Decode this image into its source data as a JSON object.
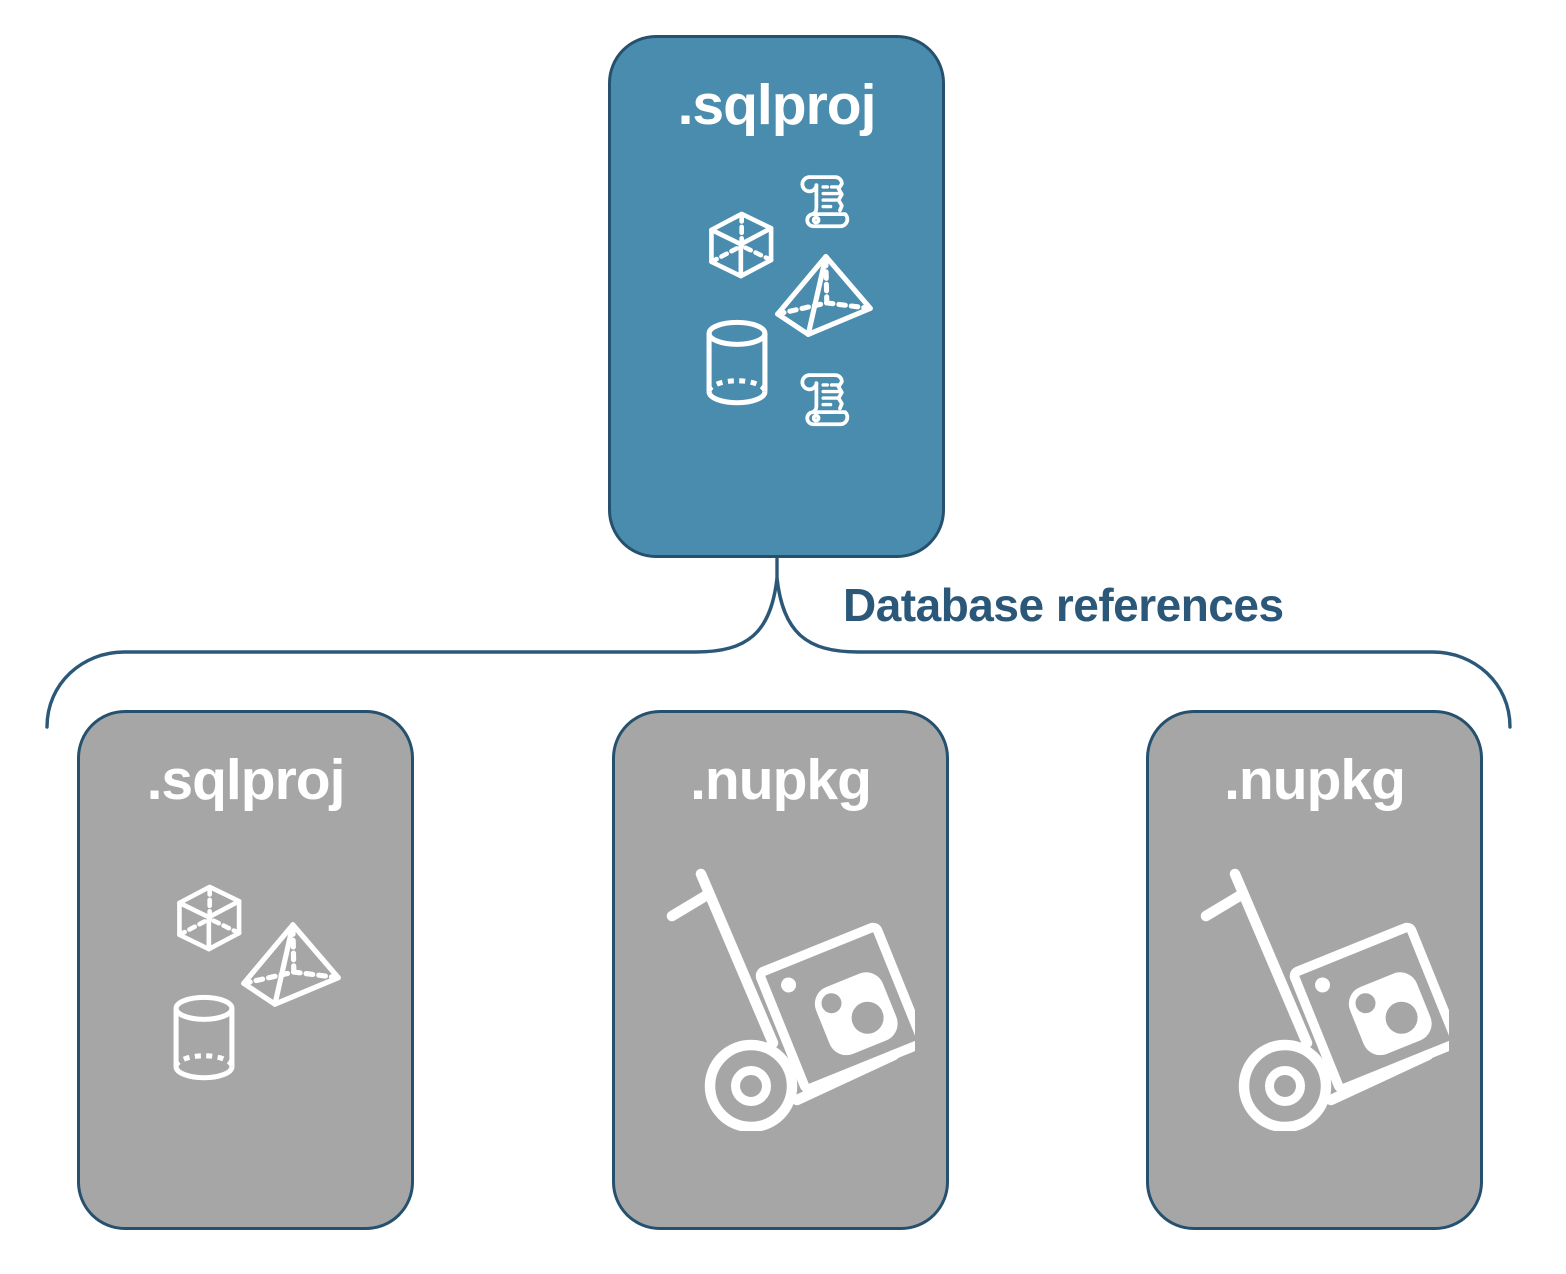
{
  "diagram": {
    "connector_label": "Database references",
    "root": {
      "label": ".sqlproj",
      "icons": [
        "script-scroll-icon",
        "cube-icon",
        "pyramid-icon",
        "database-cylinder-icon",
        "script-scroll-icon"
      ]
    },
    "children": [
      {
        "label": ".sqlproj",
        "icons": [
          "cube-icon",
          "pyramid-icon",
          "database-cylinder-icon"
        ]
      },
      {
        "label": ".nupkg",
        "icons": [
          "package-dolly-icon"
        ]
      },
      {
        "label": ".nupkg",
        "icons": [
          "package-dolly-icon"
        ]
      }
    ],
    "colors": {
      "background": "#ffffff",
      "root_node_fill": "#4a8cad",
      "child_node_fill": "#a6a6a6",
      "node_border": "#25506e",
      "connector_line": "#2b5878",
      "connector_label_text": "#2b5878",
      "node_title_text": "#ffffff",
      "icon_stroke": "#ffffff"
    }
  }
}
